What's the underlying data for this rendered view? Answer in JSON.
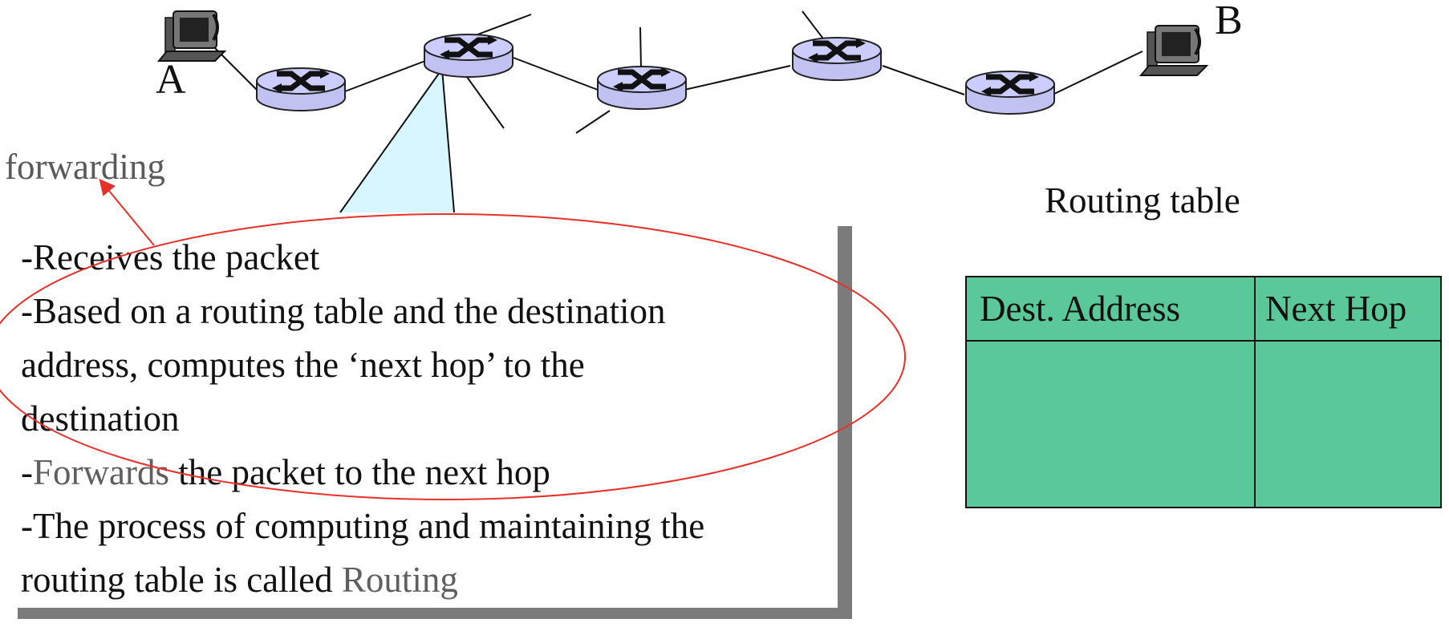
{
  "network": {
    "host_a_label": "A",
    "host_b_label": "B",
    "router_color": "#ccccff",
    "callout_color": "#d8f6ff"
  },
  "forwarding_label": "forwarding",
  "annotation_color": "#e8302a",
  "description": {
    "line1": "-Receives the packet",
    "line2": "-Based on a routing table and the destination",
    "line3": "address, computes the ‘next hop’ to the",
    "line4": "destination",
    "line5_prefix": "-",
    "line5_highlight": "Forwards",
    "line5_rest": " the packet to the next hop",
    "line6": "-The process of computing and maintaining the",
    "line7_prefix": "routing table is called ",
    "line7_highlight": "Routing"
  },
  "routing_table": {
    "title": "Routing table",
    "headers": [
      "Dest. Address",
      "Next Hop"
    ],
    "rows": [
      [
        "",
        ""
      ]
    ],
    "fill_color": "#5bc89a"
  }
}
